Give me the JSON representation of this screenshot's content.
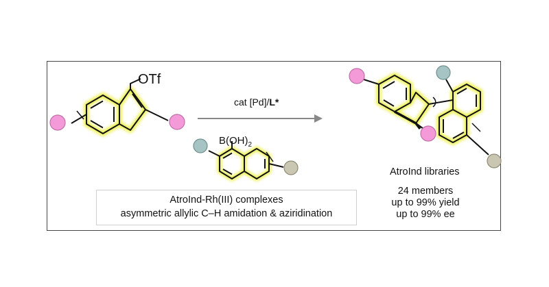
{
  "reactant_a": {
    "leaving_group": "OTf"
  },
  "reactant_b": {
    "boron_group": "B(OH)",
    "boron_subscript": "2"
  },
  "conditions": {
    "catalyst_prefix": "cat [Pd]/",
    "ligand": "L*"
  },
  "application_note": {
    "line1": "AtroInd-Rh(III) complexes",
    "line2": "asymmetric allylic C–H amidation & aziridination"
  },
  "product": {
    "title": "AtroInd libraries",
    "stats": [
      "24 members",
      "up to 99% yield",
      "up to 99% ee"
    ]
  },
  "colors": {
    "highlight": "#eef15a",
    "pink_substituent": "#f59ad9",
    "teal_substituent": "#a7c4c4",
    "gray_substituent": "#c9c7b1",
    "bond": "#111111",
    "arrow": "#888888"
  }
}
